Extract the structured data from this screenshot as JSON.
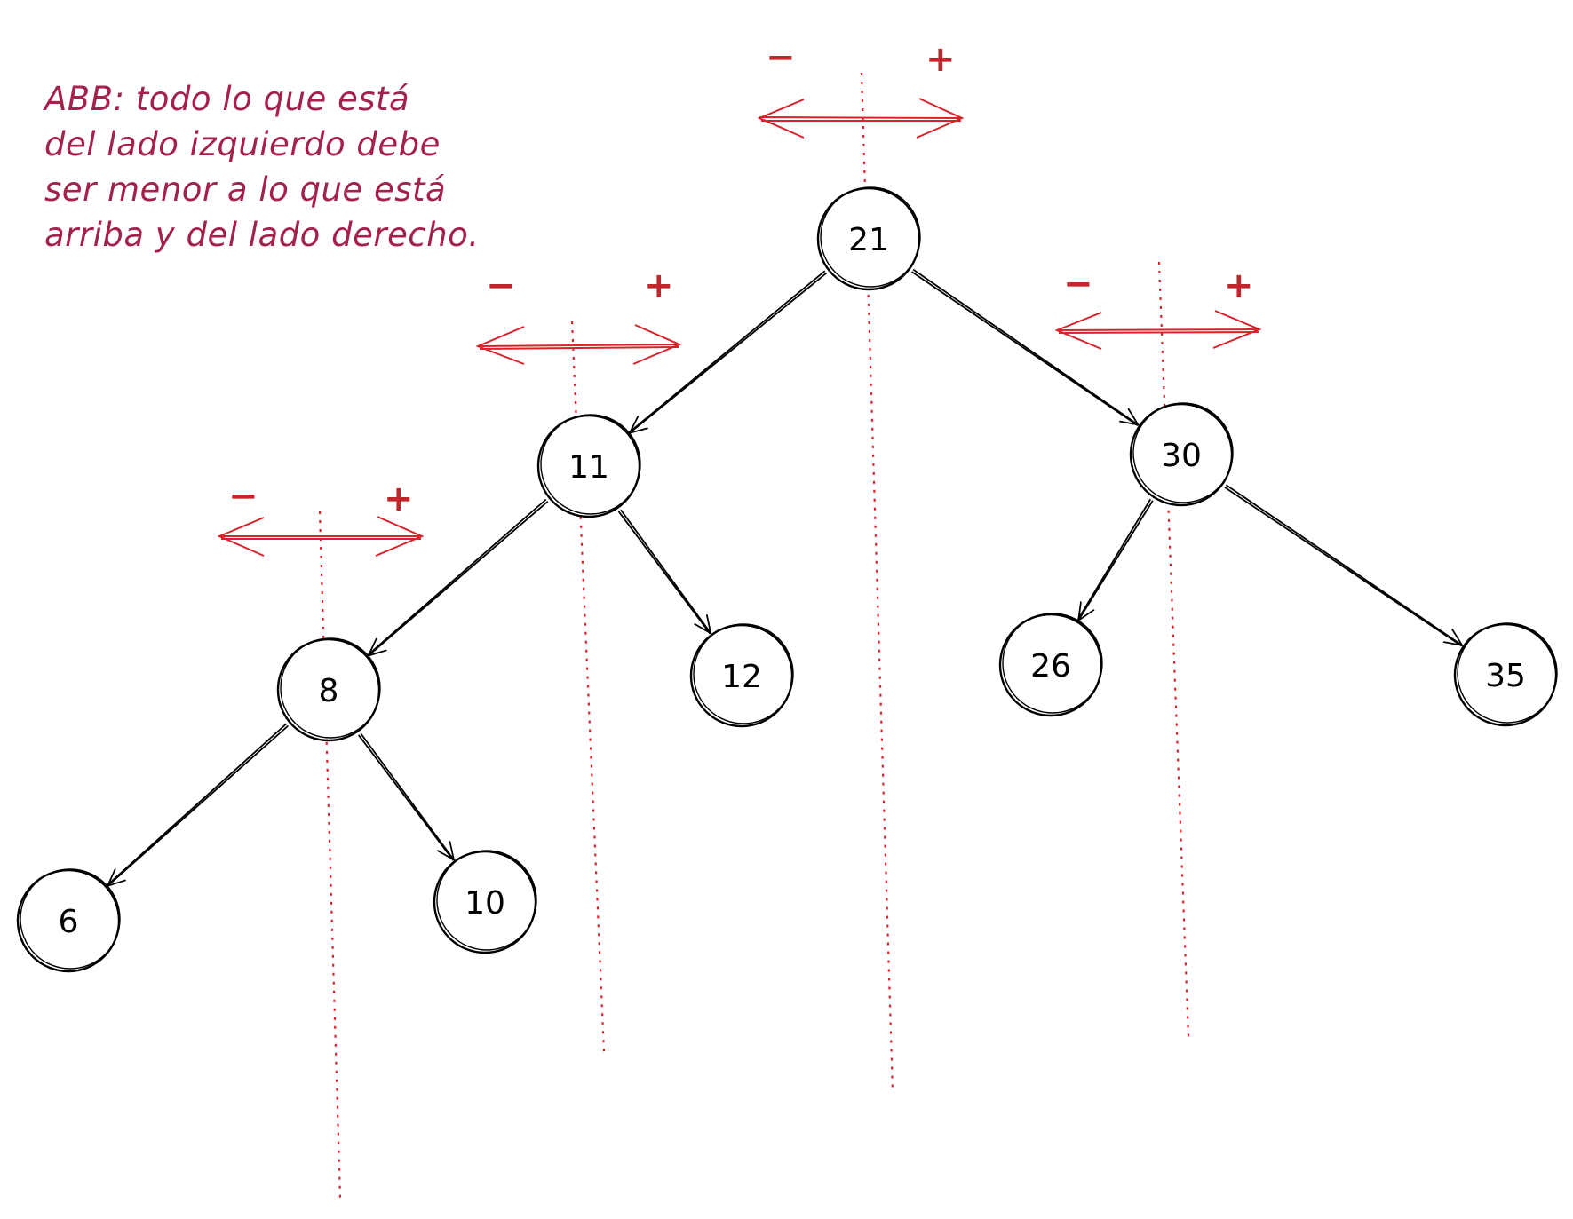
{
  "note": {
    "lines": [
      "ABB: todo lo que está",
      "del lado izquierdo debe",
      "ser menor a lo que está",
      "arriba y del lado derecho."
    ]
  },
  "tree": {
    "nodes": [
      {
        "id": "n21",
        "label": "21"
      },
      {
        "id": "n11",
        "label": "11"
      },
      {
        "id": "n30",
        "label": "30"
      },
      {
        "id": "n8",
        "label": "8"
      },
      {
        "id": "n12",
        "label": "12"
      },
      {
        "id": "n26",
        "label": "26"
      },
      {
        "id": "n35",
        "label": "35"
      },
      {
        "id": "n6",
        "label": "6"
      },
      {
        "id": "n10",
        "label": "10"
      }
    ],
    "edges": [
      [
        "n21",
        "n11"
      ],
      [
        "n21",
        "n30"
      ],
      [
        "n11",
        "n8"
      ],
      [
        "n11",
        "n12"
      ],
      [
        "n30",
        "n26"
      ],
      [
        "n30",
        "n35"
      ],
      [
        "n8",
        "n6"
      ],
      [
        "n8",
        "n10"
      ]
    ]
  },
  "markers": {
    "minus": "−",
    "plus": "+",
    "color": "#c2262c"
  },
  "colors": {
    "note": "#a3224a",
    "ink": "#000000",
    "guide": "#d8232a"
  }
}
